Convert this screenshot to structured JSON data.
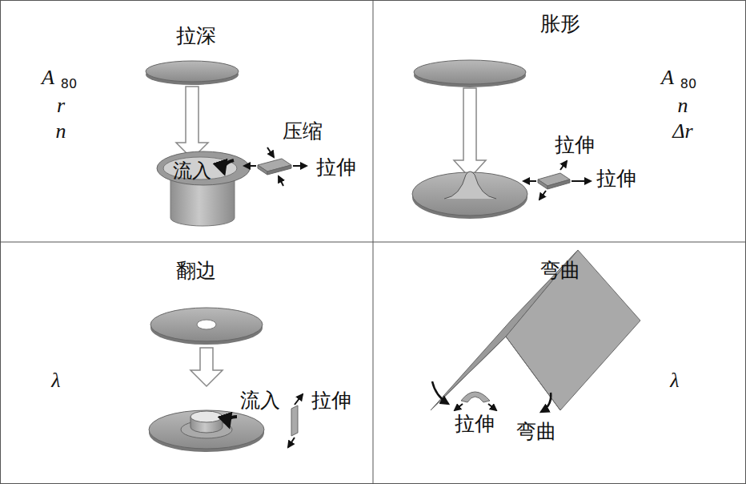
{
  "diagram": {
    "nodes": [
      {
        "text": [
          "拉深"
        ]
      },
      {
        "text": [
          "胀形"
        ]
      },
      {
        "text": [
          "翻边"
        ]
      },
      {
        "text": [
          "弯曲"
        ]
      }
    ],
    "labels": [
      "A",
      "80",
      "r",
      "n",
      "流入",
      "压缩",
      "拉伸",
      "拉伸",
      "拉伸",
      "A",
      "80",
      "n",
      "Δr",
      "λ",
      "流入",
      "拉伸",
      "拉伸",
      "弯曲",
      "λ"
    ]
  }
}
